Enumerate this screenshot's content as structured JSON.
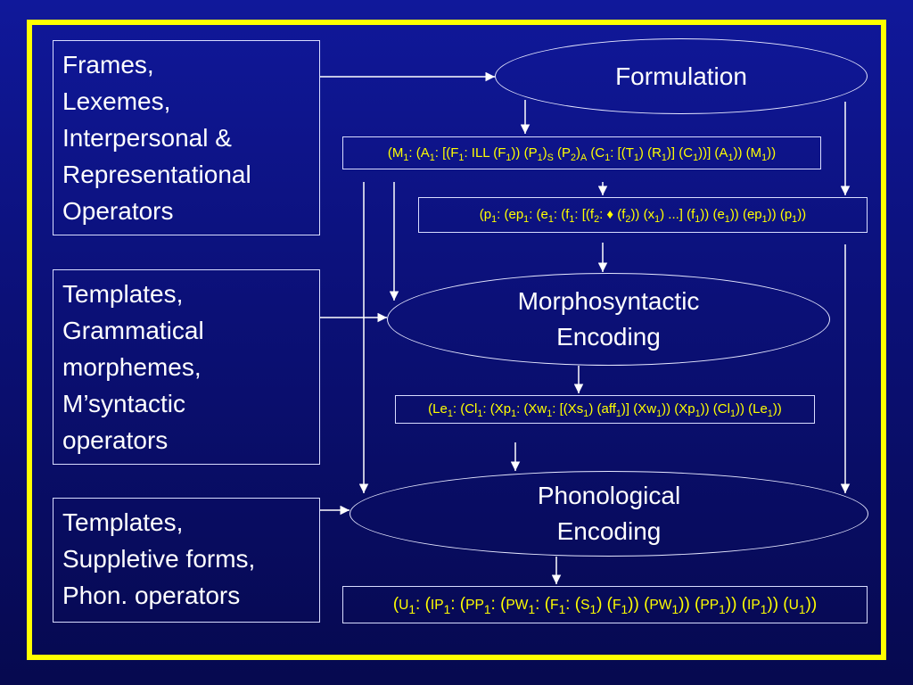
{
  "sources": [
    {
      "lines": [
        "Frames,",
        "Lexemes,",
        "Interpersonal &",
        "Representational",
        "Operators"
      ]
    },
    {
      "lines": [
        "Templates,",
        "Grammatical",
        "morphemes,",
        "M’syntactic",
        "operators"
      ]
    },
    {
      "lines": [
        "Templates,",
        "Suppletive forms,",
        "Phon. operators"
      ]
    }
  ],
  "levels": {
    "formulation": {
      "lines": [
        "Formulation"
      ]
    },
    "morphosyntactic": {
      "lines": [
        "Morphosyntactic",
        "Encoding"
      ]
    },
    "phonological": {
      "lines": [
        "Phonological",
        "Encoding"
      ]
    }
  },
  "formulas": {
    "interpersonal": [
      {
        "t": "(M"
      },
      {
        "s": "1"
      },
      {
        "t": ": (A"
      },
      {
        "s": "1"
      },
      {
        "t": ": [(F"
      },
      {
        "s": "1"
      },
      {
        "t": ": ILL (F"
      },
      {
        "s": "1"
      },
      {
        "t": ")) (P"
      },
      {
        "s": "1"
      },
      {
        "t": ")"
      },
      {
        "s": "S"
      },
      {
        "t": " (P"
      },
      {
        "s": "2"
      },
      {
        "t": ")"
      },
      {
        "s": "A"
      },
      {
        "t": " (C"
      },
      {
        "s": "1"
      },
      {
        "t": ": [(T"
      },
      {
        "s": "1"
      },
      {
        "t": ") (R"
      },
      {
        "s": "1"
      },
      {
        "t": ")] (C"
      },
      {
        "s": "1"
      },
      {
        "t": "))] (A"
      },
      {
        "s": "1"
      },
      {
        "t": ")) (M"
      },
      {
        "s": "1"
      },
      {
        "t": "))"
      }
    ],
    "representational": [
      {
        "t": "(p"
      },
      {
        "s": "1"
      },
      {
        "t": ": (ep"
      },
      {
        "s": "1"
      },
      {
        "t": ": (e"
      },
      {
        "s": "1"
      },
      {
        "t": ": (f"
      },
      {
        "s": "1"
      },
      {
        "t": ": [(f"
      },
      {
        "s": "2"
      },
      {
        "t": ": ♦ (f"
      },
      {
        "s": "2"
      },
      {
        "t": ")) (x"
      },
      {
        "s": "1"
      },
      {
        "t": ") ...] (f"
      },
      {
        "s": "1"
      },
      {
        "t": ")) (e"
      },
      {
        "s": "1"
      },
      {
        "t": ")) (ep"
      },
      {
        "s": "1"
      },
      {
        "t": ")) (p"
      },
      {
        "s": "1"
      },
      {
        "t": "))"
      }
    ],
    "morphosyntactic": [
      {
        "t": "(Le"
      },
      {
        "s": "1"
      },
      {
        "t": ": (Cl"
      },
      {
        "s": "1"
      },
      {
        "t": ": (Xp"
      },
      {
        "s": "1"
      },
      {
        "t": ": (Xw"
      },
      {
        "s": "1"
      },
      {
        "t": ": [(Xs"
      },
      {
        "s": "1"
      },
      {
        "t": ") (aff"
      },
      {
        "s": "1"
      },
      {
        "t": ")] (Xw"
      },
      {
        "s": "1"
      },
      {
        "t": ")) (Xp"
      },
      {
        "s": "1"
      },
      {
        "t": ")) (Cl"
      },
      {
        "s": "1"
      },
      {
        "t": ")) (Le"
      },
      {
        "s": "1"
      },
      {
        "t": "))"
      }
    ],
    "phonological": [
      {
        "t": "("
      },
      {
        "c": "U"
      },
      {
        "s": "1"
      },
      {
        "t": ": ("
      },
      {
        "c": "IP"
      },
      {
        "s": "1"
      },
      {
        "t": ": ("
      },
      {
        "c": "PP"
      },
      {
        "s": "1"
      },
      {
        "t": ": ("
      },
      {
        "c": "PW"
      },
      {
        "s": "1"
      },
      {
        "t": ": ("
      },
      {
        "c": "F"
      },
      {
        "s": "1"
      },
      {
        "t": ": ("
      },
      {
        "c": "S"
      },
      {
        "s": "1"
      },
      {
        "t": ") ("
      },
      {
        "c": "F"
      },
      {
        "s": "1"
      },
      {
        "t": ")) ("
      },
      {
        "c": "PW"
      },
      {
        "s": "1"
      },
      {
        "t": ")) ("
      },
      {
        "c": "PP"
      },
      {
        "s": "1"
      },
      {
        "t": ")) ("
      },
      {
        "c": "IP"
      },
      {
        "s": "1"
      },
      {
        "t": ")) ("
      },
      {
        "c": "U"
      },
      {
        "s": "1"
      },
      {
        "t": "))"
      }
    ]
  },
  "colors": {
    "frame": "#ffff00",
    "formula_text": "#ffff00",
    "label_text": "#ffffff",
    "connector": "#ffffff"
  }
}
